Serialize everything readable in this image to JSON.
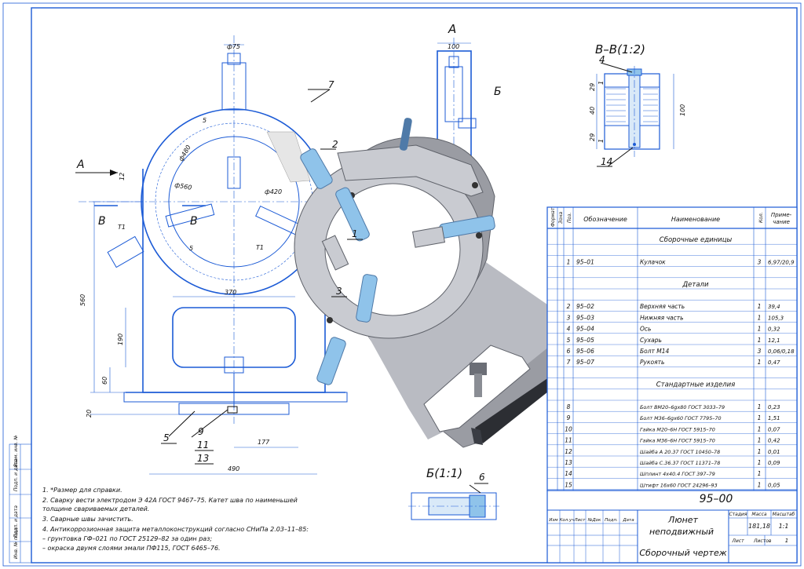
{
  "views": {
    "view_a_label": "A",
    "view_a_arrow_label": "A",
    "section_vv_title": "В–В(1:2)",
    "section_b_title": "Б(1:1)",
    "section_b_marker": "Б",
    "section_v_marker_left": "В",
    "section_v_marker_right": "В"
  },
  "dimensions": {
    "d75": "ф75",
    "d480": "ф480",
    "d560": "ф560",
    "d420": "ф420",
    "w100": "100",
    "h560": "560",
    "w370": "370",
    "h190": "190",
    "h60": "60",
    "h20": "20",
    "w177": "177",
    "w490": "490",
    "v29a": "29",
    "v40": "40",
    "v29b": "29",
    "v100": "100",
    "v1a": "1",
    "v1b": "1",
    "s5a": "5",
    "s5b": "5",
    "s12": "12",
    "t1a": "Т1",
    "t1b": "Т1"
  },
  "positions": {
    "p1": "1",
    "p2": "2",
    "p3": "3",
    "p4": "4",
    "p5": "5",
    "p6": "6",
    "p7": "7",
    "p9": "9",
    "p11": "11",
    "p13": "13",
    "p14": "14"
  },
  "notes": [
    "1. *Размер для справки.",
    "2. Сварку вести электродом Э 42А ГОСТ 9467–75. Катет шва по наименьшей",
    "толщине свариваемых деталей.",
    "3. Сварные швы зачистить.",
    "4. Антикоррозионная защита металлоконструкций согласно СНиПа 2.03–11–85:",
    "– грунтовка ГФ–021 по ГОСТ 25129–82 за один раз;",
    "– окраска двумя слоями эмали ПФ115, ГОСТ 6465–76."
  ],
  "side_stamp": [
    "Инв. № подл.",
    "Подп. и дата",
    "Взам. инв. №",
    "Инв. № дубл.",
    "Подп. и дата"
  ],
  "spec": {
    "headers": {
      "format": "Формат",
      "zone": "Зона",
      "pos": "Поз.",
      "designation": "Обозначение",
      "name": "Наименование",
      "qty": "Кол.",
      "note": "Приме-\nчание"
    },
    "rows": [
      {
        "kind": "section",
        "name": "Сборочные единицы"
      },
      {
        "kind": "blank"
      },
      {
        "kind": "item",
        "pos": "1",
        "designation": "95–01",
        "name": "Кулачок",
        "qty": "3",
        "note": "6,97/20,9"
      },
      {
        "kind": "blank"
      },
      {
        "kind": "section",
        "name": "Детали"
      },
      {
        "kind": "blank"
      },
      {
        "kind": "item",
        "pos": "2",
        "designation": "95–02",
        "name": "Верхняя часть",
        "qty": "1",
        "note": "39,4"
      },
      {
        "kind": "item",
        "pos": "3",
        "designation": "95–03",
        "name": "Нижняя часть",
        "qty": "1",
        "note": "105,3"
      },
      {
        "kind": "item",
        "pos": "4",
        "designation": "95–04",
        "name": "Ось",
        "qty": "1",
        "note": "0,32"
      },
      {
        "kind": "item",
        "pos": "5",
        "designation": "95–05",
        "name": "Сухарь",
        "qty": "1",
        "note": "12,1"
      },
      {
        "kind": "item",
        "pos": "6",
        "designation": "95–06",
        "name": "Болт М14",
        "qty": "3",
        "note": "0,06/0,18"
      },
      {
        "kind": "item",
        "pos": "7",
        "designation": "95–07",
        "name": "Рукоять",
        "qty": "1",
        "note": "0,47"
      },
      {
        "kind": "blank"
      },
      {
        "kind": "section",
        "name": "Стандартные изделия"
      },
      {
        "kind": "blank"
      },
      {
        "kind": "item",
        "pos": "8",
        "designation": "",
        "name": "Болт ВМ20–6gх80 ГОСТ 3033–79",
        "qty": "1",
        "note": "0,23"
      },
      {
        "kind": "item",
        "pos": "9",
        "designation": "",
        "name": "Болт М36–6gх60 ГОСТ 7795–70",
        "qty": "1",
        "note": "1,51"
      },
      {
        "kind": "item",
        "pos": "10",
        "designation": "",
        "name": "Гайка М20–6Н ГОСТ 5915–70",
        "qty": "1",
        "note": "0,07"
      },
      {
        "kind": "item",
        "pos": "11",
        "designation": "",
        "name": "Гайка М36–6Н ГОСТ 5915–70",
        "qty": "1",
        "note": "0,42"
      },
      {
        "kind": "item",
        "pos": "12",
        "designation": "",
        "name": "Шайба А 20.37 ГОСТ 10450–78",
        "qty": "1",
        "note": "0,01"
      },
      {
        "kind": "item",
        "pos": "13",
        "designation": "",
        "name": "Шайба С.36.37 ГОСТ 11371–78",
        "qty": "1",
        "note": "0,09"
      },
      {
        "kind": "item",
        "pos": "14",
        "designation": "",
        "name": "Шплинт 4х40.4 ГОСТ 397–79",
        "qty": "1",
        "note": ""
      },
      {
        "kind": "item",
        "pos": "15",
        "designation": "",
        "name": "Штифт 16х60 ГОСТ 24296–93",
        "qty": "1",
        "note": "0,05"
      }
    ]
  },
  "title_block": {
    "code": "95–00",
    "name_line1": "Люнет",
    "name_line2": "неподвижный",
    "doc_type": "Сборочный чертеж",
    "stage_hdr": "Стадия",
    "mass_hdr": "Масса",
    "scale_hdr": "Масштаб",
    "mass": "181,18",
    "scale": "1:1",
    "sheet_hdr": "Лист",
    "sheets_hdr": "Листов",
    "sheets": "1",
    "cols": [
      "Изм",
      "Кол.уч",
      "Лист",
      "№Док",
      "Подп.",
      "Дата"
    ]
  },
  "colors": {
    "line": "#1c5bd6",
    "render_body": "#9a9ca3",
    "render_face": "#c9cbd1",
    "render_dark": "#4a4d55",
    "sleeve": "#8fc3ea"
  }
}
